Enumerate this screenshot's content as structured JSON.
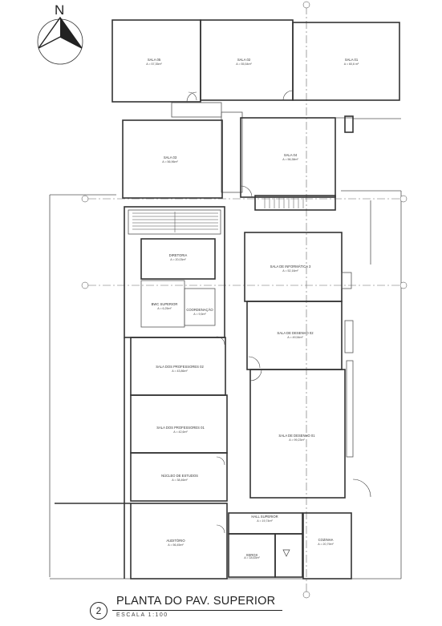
{
  "north": {
    "letter": "N"
  },
  "title": {
    "number": "2",
    "main": "PLANTA DO PAV. SUPERIOR",
    "scale": "ESCALA  1:100"
  },
  "rooms": [
    {
      "id": "sala05",
      "name": "SALA 05",
      "area": "A = 57,35m²"
    },
    {
      "id": "sala02",
      "name": "SALA 02",
      "area": "A = 55,54m²"
    },
    {
      "id": "sala01",
      "name": "SALA 01",
      "area": "A = 60,6 m²"
    },
    {
      "id": "sala03",
      "name": "SALA 03",
      "area": "A = 56,96m²"
    },
    {
      "id": "sala04",
      "name": "SALA 04",
      "area": "A = 56,38m²"
    },
    {
      "id": "diretoria",
      "name": "DIRETORIA",
      "area": "A = 20,03m²"
    },
    {
      "id": "info3",
      "name": "SALA DE INFORMÁTICA 3",
      "area": "A = 52,16m²"
    },
    {
      "id": "wcsup",
      "name": "BWC SUPERIOR",
      "area": "A = 6,25m²"
    },
    {
      "id": "coord",
      "name": "COORDENAÇÃO",
      "area": "A = 9,5m²"
    },
    {
      "id": "des02",
      "name": "SALA DE DESENHO 02",
      "area": "A = 49,54m²"
    },
    {
      "id": "prof02",
      "name": "SALA DOS PROFESSORES 02",
      "area": "A = 43,86m²"
    },
    {
      "id": "prof01",
      "name": "SALA DOS PROFESSORES 01",
      "area": "A = 42,6m²"
    },
    {
      "id": "des01",
      "name": "SALA DE DESENHO 01",
      "area": "A = 99,23m²"
    },
    {
      "id": "nucleo",
      "name": "NÚCLEO DE ESTUDOS",
      "area": "A = 38,46m²"
    },
    {
      "id": "hall",
      "name": "HALL SUPERIOR",
      "area": "A = 19,74m²"
    },
    {
      "id": "xerox",
      "name": "XEROX",
      "area": "A = 18,63m²"
    },
    {
      "id": "auditorio",
      "name": "AUDITÓRIO",
      "area": "A = 56,45m²"
    },
    {
      "id": "cozinha",
      "name": "COZINHA",
      "area": "A = 20,79m²"
    }
  ]
}
